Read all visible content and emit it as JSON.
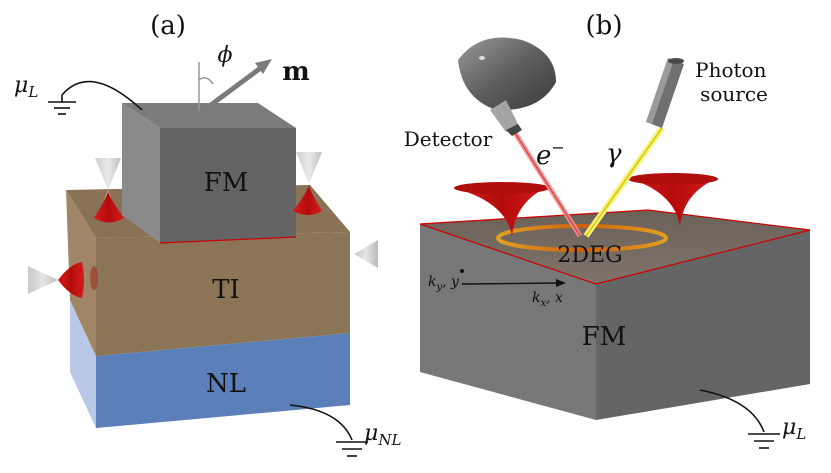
{
  "panel_a": {
    "label": "(a)",
    "fm_label": "FM",
    "ti_label": "TI",
    "nl_label": "NL",
    "phi_label": "ϕ",
    "m_label": "m",
    "mu_l_main": "μ",
    "mu_l_sub": "L",
    "mu_nl_main": "μ",
    "mu_nl_sub": "NL"
  },
  "panel_b": {
    "label": "(b)",
    "detector_label": "Detector",
    "photon_line1": "Photon",
    "photon_line2": "source",
    "electron_main": "e",
    "electron_sup": "−",
    "gamma_label": "γ",
    "twodeg_label": "2DEG",
    "ky_main": "k",
    "ky_sub": "y",
    "ky_rest": ", y",
    "kx_main": "k",
    "kx_sub": "x",
    "kx_rest": ", x",
    "fm_label": "FM",
    "mu_l_main": "μ",
    "mu_l_sub": "L"
  },
  "colors": {
    "fm_gray": "#666666",
    "ti_brown": "#8d7355",
    "nl_blue": "#6688bb",
    "cone_red": "#cc1111",
    "edge_red": "#cc0000",
    "beam_yellow": "#f2ef55",
    "beam_pink": "#f08080"
  }
}
